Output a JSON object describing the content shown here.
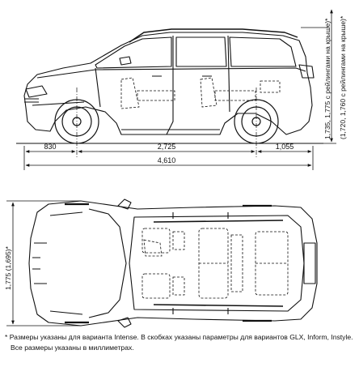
{
  "dimensions": {
    "front_overhang": "830",
    "wheelbase": "2,725",
    "rear_overhang": "1,055",
    "overall_length": "4,610",
    "height": "1,735, 1,775 с рейлингами на крыше)*",
    "height_alt": "(1,720, 1,760 с рейлингами на крыше)*",
    "width": "1,775 (1,695)*"
  },
  "footnote": {
    "line1": "*  Размеры указаны для варианта Intense. В скобках указаны параметры для вариантов GLX, Inform, Instyle.",
    "line2": "Все размеры указаны в миллиметрах."
  }
}
